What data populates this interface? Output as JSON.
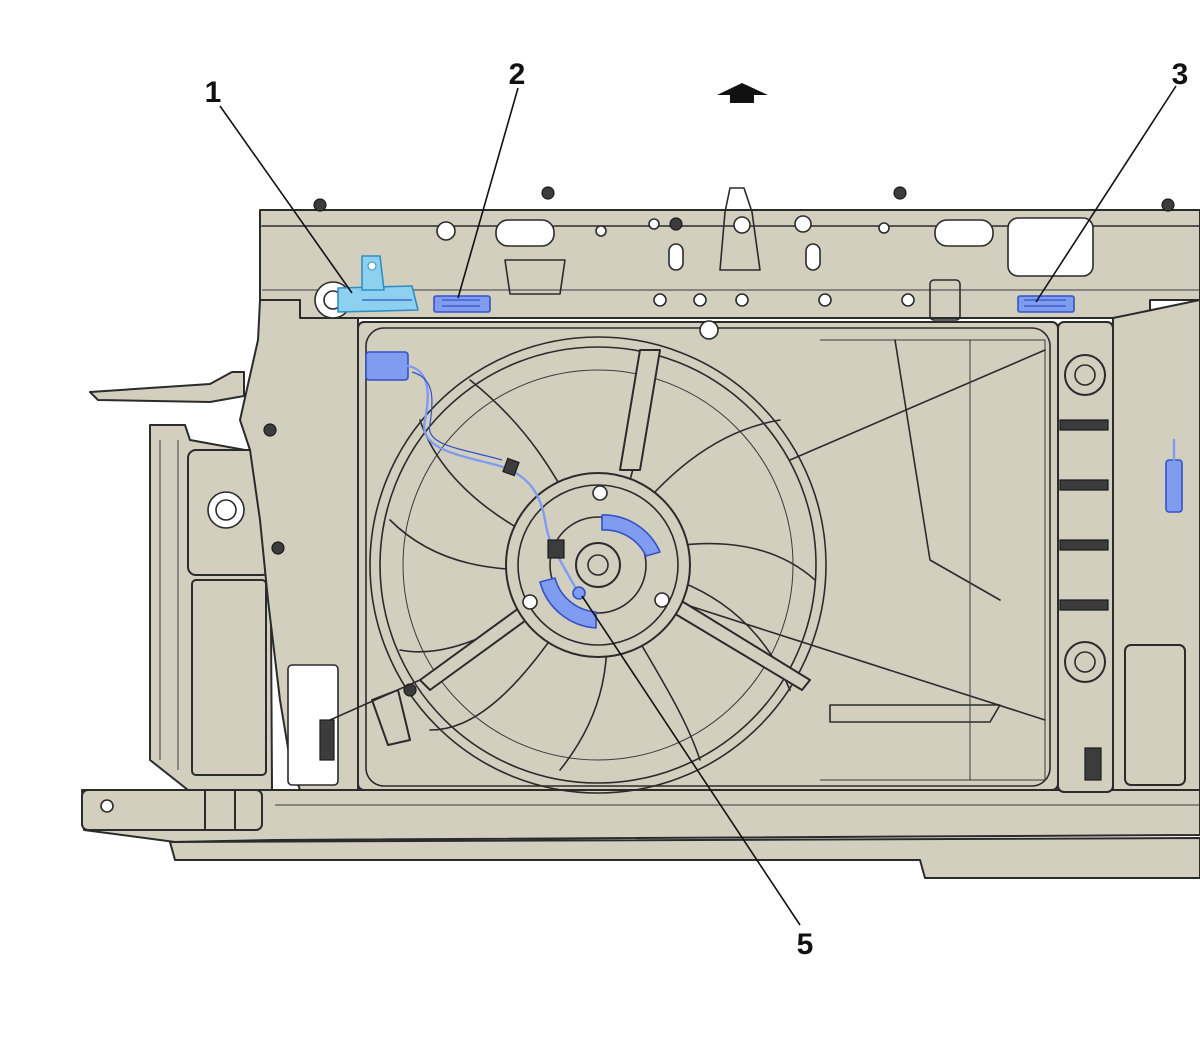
{
  "callouts": [
    {
      "id": "1",
      "label": "1"
    },
    {
      "id": "2",
      "label": "2"
    },
    {
      "id": "3",
      "label": "3"
    },
    {
      "id": "5",
      "label": "5"
    }
  ],
  "colors": {
    "background": "#ffffff",
    "body": "#d3cfbf",
    "line": "#2b2b2b",
    "highlight_blue": "#7f9cf0",
    "highlight_cyan": "#8ed0ef",
    "callout_text": "#111111"
  },
  "icons": {
    "orientation_marker": "forward-arrow-icon",
    "fan": "cooling-fan-icon"
  }
}
